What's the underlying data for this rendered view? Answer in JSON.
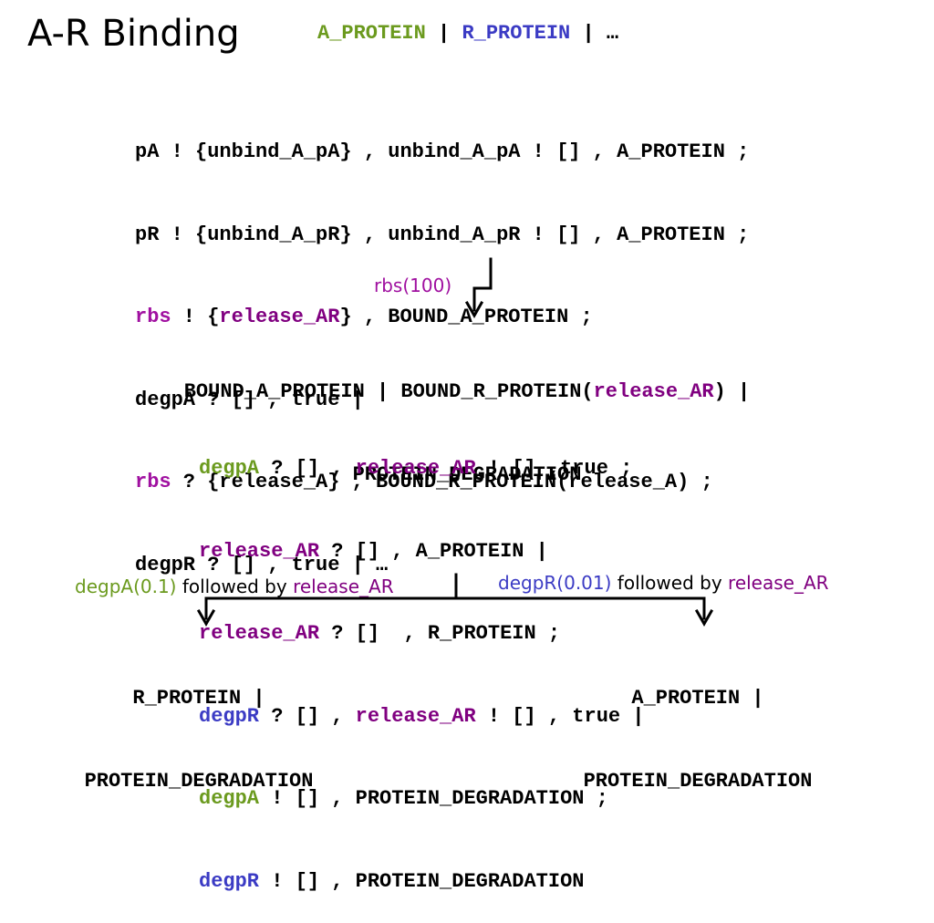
{
  "title": "A-R Binding",
  "header": {
    "a_protein": "A_PROTEIN",
    "sep1": " | ",
    "r_protein": "R_PROTEIN",
    "sep2": " | …"
  },
  "block1": {
    "l1": "pA ! {unbind_A_pA} , unbind_A_pA ! [] , A_PROTEIN ;",
    "l2": "pR ! {unbind_A_pR} , unbind_A_pR ! [] , A_PROTEIN ;",
    "l3a": "rbs",
    "l3b": " ! {",
    "l3c": "release_AR",
    "l3d": "} , BOUND_A_PROTEIN ;",
    "l4": "degpA ? [] , true |",
    "l5a": "rbs",
    "l5b": " ? {release_A} , BOUND_R_PROTEIN(release_A) ;",
    "l6": "degpR ? [] , true | …"
  },
  "arrow1_label": "rbs(100)",
  "result1": {
    "l1a": "BOUND_A_PROTEIN | BOUND_R_PROTEIN(",
    "l1b": "release_AR",
    "l1c": ") |",
    "l2": "PROTEIN_DEGRADATION"
  },
  "block2": {
    "l1a": "degpA",
    "l1b": " ? [] , ",
    "l1c": "release_AR",
    "l1d": " ! [] ,true ;",
    "l2a": "release_AR",
    "l2b": " ? [] , A_PROTEIN |",
    "l3a": "release_AR",
    "l3b": " ? []  , R_PROTEIN ;",
    "l4a": "degpR",
    "l4b": " ? [] , ",
    "l4c": "release_AR",
    "l4d": " ! [] , true |",
    "l5a": "degpA",
    "l5b": " ! [] , PROTEIN_DEGRADATION ;",
    "l6a": "degpR",
    "l6b": " ! [] , PROTEIN_DEGRADATION"
  },
  "left_branch": {
    "rate": "degpA(0.1)",
    "mid": " followed by ",
    "act": "release_AR"
  },
  "right_branch": {
    "rate": "degpR(0.01)",
    "mid": " followed by ",
    "act": "release_AR"
  },
  "left_result": {
    "l1": "R_PROTEIN |",
    "l2": "PROTEIN_DEGRADATION"
  },
  "right_result": {
    "l1": "A_PROTEIN |",
    "l2": "PROTEIN_DEGRADATION"
  },
  "colors": {
    "green": "#6b9a1e",
    "blue": "#3b3bc4",
    "purple": "#800080",
    "magenta": "#a010a0"
  }
}
